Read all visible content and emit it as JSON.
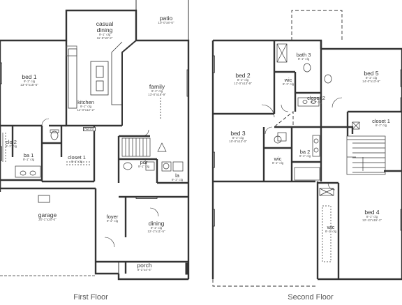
{
  "first_floor": {
    "caption": "First Floor",
    "rooms": {
      "casual_dining": {
        "name": "casual\ndining",
        "height": "9'-1\" clg",
        "dims": "11'-5\"x8'-2\""
      },
      "patio": {
        "name": "patio",
        "dims": "10'-0\"x8'-0\""
      },
      "bed1": {
        "name": "bed 1",
        "height": "9'-1\" clg",
        "dims": "13'-0\"x15'-6\""
      },
      "kitchen": {
        "name": "kitchen",
        "height": "9'-1\" clg",
        "dims": "11'-0\"x12'-2\""
      },
      "family": {
        "name": "family",
        "height": "9'-1\" clg",
        "dims": "13'-0\"x18'-9\""
      },
      "clo2": {
        "name": "clo 2",
        "height": "9'-1\" clg"
      },
      "ba1": {
        "name": "ba 1",
        "height": "9'-1\" clg"
      },
      "closet1": {
        "name": "closet 1",
        "height": "9'-1\" clg"
      },
      "pdr": {
        "name": "pdr",
        "height": "9'-1\" clg"
      },
      "la": {
        "name": "la",
        "height": "9'-1\" clg"
      },
      "garage": {
        "name": "garage",
        "dims": "20'-1\"x20'-0\""
      },
      "foyer": {
        "name": "foyer",
        "height": "9'-1\" clg"
      },
      "dining": {
        "name": "dining",
        "height": "9'-1\" clg",
        "dims": "12'-1\"x11'-5\""
      },
      "porch": {
        "name": "porch",
        "dims": "9'-1\"x4'-4\""
      }
    },
    "pantry_label": "PANTRY"
  },
  "second_floor": {
    "caption": "Second Floor",
    "rooms": {
      "bed2": {
        "name": "bed 2",
        "height": "8'-1\" clg",
        "dims": "12'-0\"x13'-9\""
      },
      "bath3": {
        "name": "bath 3",
        "height": "8'-1\" clg"
      },
      "bed5": {
        "name": "bed 5",
        "height": "8'-1\" clg",
        "dims": "14'-0\"x13'-9\""
      },
      "wic_top": {
        "name": "wic",
        "height": "8'-1\" clg"
      },
      "closet2": {
        "name": "closet 2",
        "height": "8'-1\" clg"
      },
      "closet1": {
        "name": "closet 1",
        "height": "8'-1\" clg"
      },
      "bed3": {
        "name": "bed 3",
        "height": "8'-1\" clg",
        "dims": "10'-0\"x13'-0\""
      },
      "wic_mid": {
        "name": "wic",
        "height": "8'-1\" clg"
      },
      "ba2": {
        "name": "ba 2",
        "height": "8'-1\" clg"
      },
      "bed4": {
        "name": "bed 4",
        "height": "8'-1\" clg",
        "dims": "12'-11\"x15'-1\""
      },
      "wic_bot": {
        "name": "wic",
        "height": "8'-1\" clg"
      }
    }
  }
}
